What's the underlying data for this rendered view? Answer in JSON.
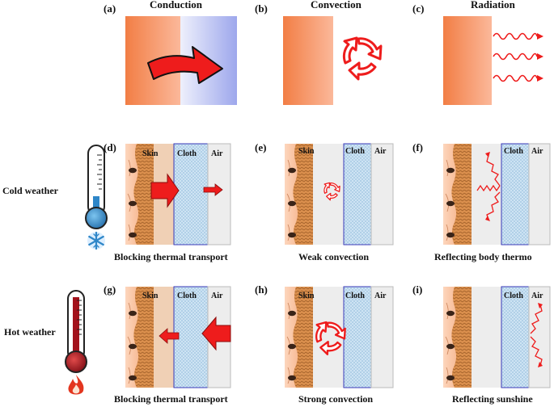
{
  "top_row": {
    "a": {
      "letter": "(a)",
      "title": "Conduction"
    },
    "b": {
      "letter": "(b)",
      "title": "Convection"
    },
    "c": {
      "letter": "(c)",
      "title": "Radiation"
    }
  },
  "rows": {
    "cold": {
      "label": "Cold weather",
      "icon": "snowflake-icon"
    },
    "hot": {
      "label": "Hot weather",
      "icon": "fire-icon"
    }
  },
  "panels": {
    "d": {
      "letter": "(d)",
      "skin": "Skin",
      "cloth": "Cloth",
      "air": "Air",
      "caption": "Blocking thermal transport"
    },
    "e": {
      "letter": "(e)",
      "skin": "Skin",
      "cloth": "Cloth",
      "air": "Air",
      "caption": "Weak convection"
    },
    "f": {
      "letter": "(f)",
      "cloth": "Cloth",
      "air": "Air",
      "caption": "Reflecting body thermo"
    },
    "g": {
      "letter": "(g)",
      "skin": "Skin",
      "cloth": "Cloth",
      "air": "Air",
      "caption": "Blocking thermal transport"
    },
    "h": {
      "letter": "(h)",
      "skin": "Skin",
      "cloth": "Cloth",
      "air": "Air",
      "caption": "Strong convection"
    },
    "i": {
      "letter": "(i)",
      "cloth": "Cloth",
      "air": "Air",
      "caption": "Reflecting sunshine"
    }
  },
  "colors": {
    "hot_block": "#f08a5c",
    "cold_block": "#a9b4ee",
    "arrow_red": "#ee1c1c",
    "skin": "#f2a575",
    "cloth": "#cfe6f6",
    "air": "#ededed",
    "thermo_cold": "#2e86c8",
    "thermo_hot": "#a3121c"
  }
}
